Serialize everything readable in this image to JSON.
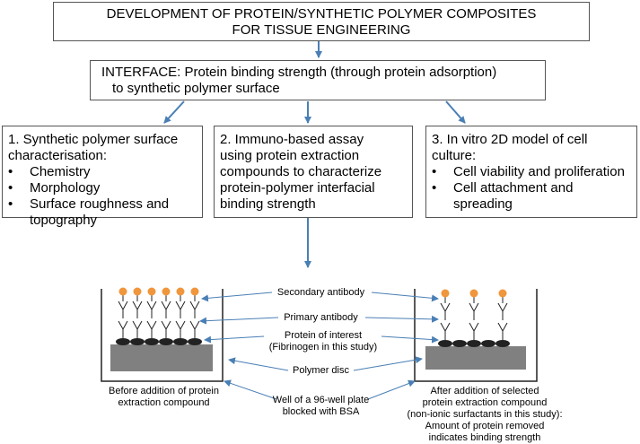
{
  "title": {
    "line1": "DEVELOPMENT OF PROTEIN/SYNTHETIC POLYMER COMPOSITES",
    "line2": "FOR TISSUE ENGINEERING"
  },
  "interface": {
    "line1": "INTERFACE: Protein binding strength (through protein adsorption)",
    "line2": "to synthetic polymer surface"
  },
  "columns": [
    {
      "heading_line1": "1. Synthetic polymer surface",
      "heading_line2": "characterisation:",
      "items": [
        "Chemistry",
        "Morphology",
        "Surface roughness and topography"
      ]
    },
    {
      "heading_line1": "2. Immuno-based assay",
      "heading_line2": "using protein extraction",
      "heading_line3": "compounds to characterize",
      "heading_line4": "protein-polymer interfacial",
      "heading_line5": "binding strength"
    },
    {
      "heading_line1": "3. In vitro 2D model of cell",
      "heading_line2": "culture:",
      "items": [
        "Cell viability and proliferation",
        "Cell attachment and spreading"
      ]
    }
  ],
  "labels": {
    "secondary_antibody": "Secondary antibody",
    "primary_antibody": "Primary antibody",
    "protein_line1": "Protein of interest",
    "protein_line2": "(Fibrinogen in this study)",
    "polymer_disc": "Polymer disc",
    "well_line1": "Well of a 96-well plate",
    "well_line2": "blocked with BSA"
  },
  "left_caption": {
    "line1": "Before addition of protein",
    "line2": "extraction compound"
  },
  "right_caption": {
    "line1": "After addition of selected",
    "line2": "protein extraction compound",
    "line3": "(non-ionic surfactants in this study):",
    "line4": "Amount of protein removed",
    "line5": "indicates binding strength"
  },
  "colors": {
    "arrow": "#4a7fb5",
    "antibody_head": "#f0963c",
    "polymer_disc": "#808080",
    "protein": "#222222"
  }
}
